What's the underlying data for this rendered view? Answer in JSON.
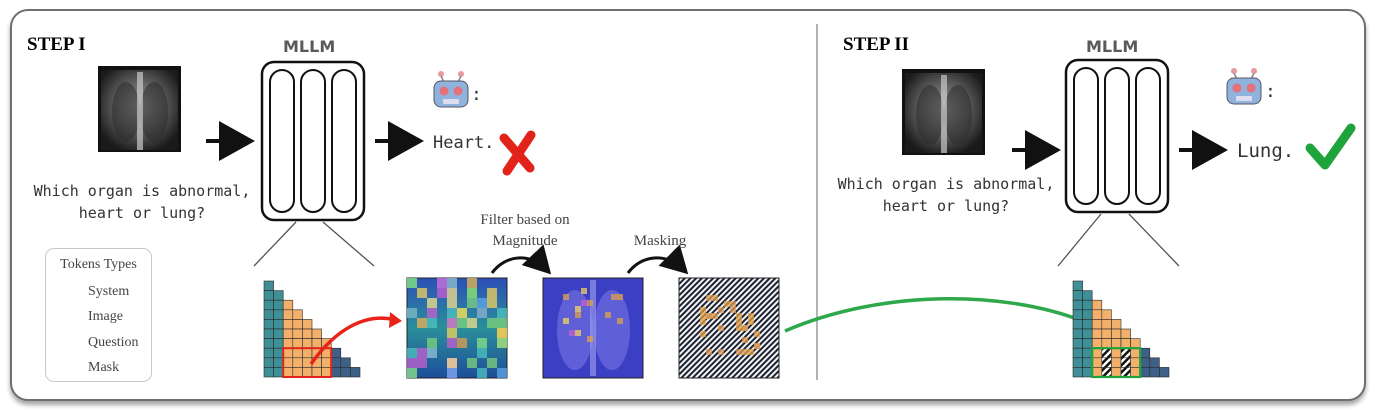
{
  "step1": {
    "title": "STEP I",
    "model_label": "MLLM",
    "question": [
      "Which organ is abnormal,",
      "heart or lung?"
    ],
    "answer": "Heart.",
    "speaker_colon": ":",
    "result_icon": "cross-icon"
  },
  "step2": {
    "title": "STEP II",
    "model_label": "MLLM",
    "question": [
      "Which organ is abnormal,",
      "heart or lung?"
    ],
    "answer": "Lung.",
    "speaker_colon": ":",
    "result_icon": "check-icon"
  },
  "process": {
    "filter_label": [
      "Filter based on",
      "Magnitude"
    ],
    "masking_label": "Masking"
  },
  "legend": {
    "title": "Tokens Types",
    "items": [
      {
        "label": "System",
        "color": "#3f8f97"
      },
      {
        "label": "Image",
        "color": "#f3b06a"
      },
      {
        "label": "Question",
        "color": "#3e5f86"
      },
      {
        "label": "Mask",
        "color": "hatched"
      }
    ]
  },
  "colors": {
    "system": "#3f8f97",
    "image": "#f3b06a",
    "question": "#3e5f86",
    "wrong": "#e2231a",
    "right": "#1fa33b",
    "red_arrow": "#e8231a",
    "green_arrow": "#2ea84a"
  }
}
